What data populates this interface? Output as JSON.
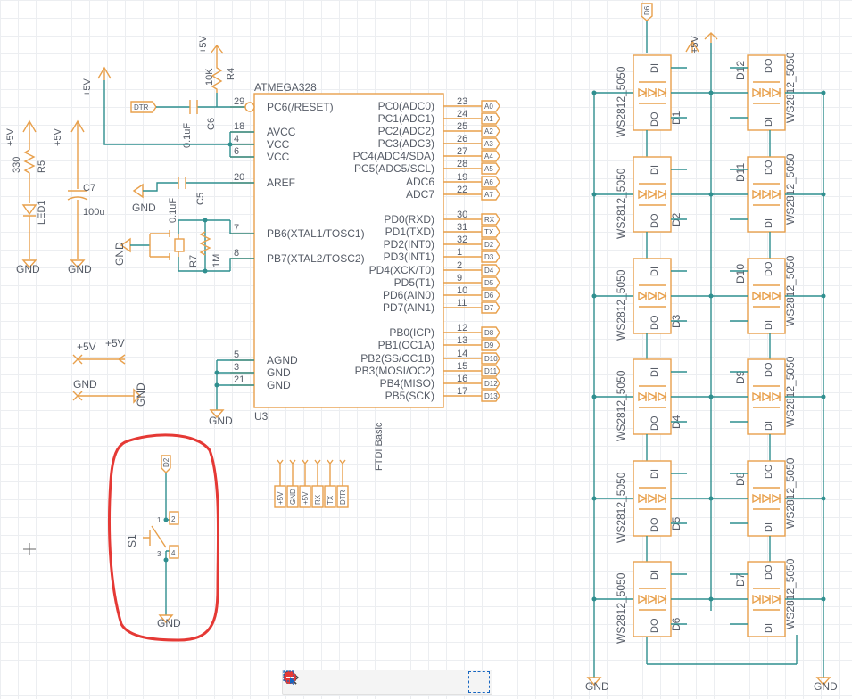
{
  "labels": {
    "ic_name": "ATMEGA328",
    "ic_ref": "U3",
    "ftdi": "FTDI Basic",
    "r4": "R4",
    "r4v": "10K",
    "r5": "R5",
    "r5v": "330",
    "r7": "R7",
    "r7v": "1M",
    "c5": "C5",
    "c5v": "0.1uF",
    "c6": "C6",
    "c6v": "0.1uF",
    "c7": "C7",
    "c7v": "100u",
    "led1": "LED1",
    "s1": "S1",
    "p5v": "+5V",
    "gnd": "GND",
    "dtr": "DTR",
    "d6": "D6",
    "d2": "D2",
    "ws": "WS2812_5050",
    "di": "DI",
    "do": "DO"
  },
  "left_pins": [
    {
      "num": "29",
      "name": "PC6(/RESET)"
    },
    {
      "num": "18",
      "name": "AVCC"
    },
    {
      "num": "4",
      "name": "VCC"
    },
    {
      "num": "6",
      "name": "VCC"
    },
    {
      "num": "20",
      "name": "AREF"
    },
    {
      "num": "7",
      "name": "PB6(XTAL1/TOSC1)"
    },
    {
      "num": "8",
      "name": "PB7(XTAL2/TOSC2)"
    },
    {
      "num": "5",
      "name": "AGND"
    },
    {
      "num": "3",
      "name": "GND"
    },
    {
      "num": "21",
      "name": "GND"
    }
  ],
  "right_pins": [
    {
      "num": "23",
      "name": "PC0(ADC0)",
      "net": "A0"
    },
    {
      "num": "24",
      "name": "PC1(ADC1)",
      "net": "A1"
    },
    {
      "num": "25",
      "name": "PC2(ADC2)",
      "net": "A2"
    },
    {
      "num": "26",
      "name": "PC3(ADC3)",
      "net": "A3"
    },
    {
      "num": "27",
      "name": "PC4(ADC4/SDA)",
      "net": "A4"
    },
    {
      "num": "28",
      "name": "PC5(ADC5/SCL)",
      "net": "A5"
    },
    {
      "num": "19",
      "name": "ADC6",
      "net": "A6"
    },
    {
      "num": "22",
      "name": "ADC7",
      "net": "A7"
    },
    {
      "num": "30",
      "name": "PD0(RXD)",
      "net": "RX"
    },
    {
      "num": "31",
      "name": "PD1(TXD)",
      "net": "TX"
    },
    {
      "num": "32",
      "name": "PD2(INT0)",
      "net": "D2"
    },
    {
      "num": "1",
      "name": "PD3(INT1)",
      "net": "D3"
    },
    {
      "num": "2",
      "name": "PD4(XCK/T0)",
      "net": "D4"
    },
    {
      "num": "9",
      "name": "PD5(T1)",
      "net": "D5"
    },
    {
      "num": "10",
      "name": "PD6(AIN0)",
      "net": "D6"
    },
    {
      "num": "11",
      "name": "PD7(AIN1)",
      "net": "D7"
    },
    {
      "num": "12",
      "name": "PB0(ICP)",
      "net": "D8"
    },
    {
      "num": "13",
      "name": "PB1(OC1A)",
      "net": "D9"
    },
    {
      "num": "14",
      "name": "PB2(SS/OC1B)",
      "net": "D10"
    },
    {
      "num": "15",
      "name": "PB3(MOSI/OC2)",
      "net": "D11"
    },
    {
      "num": "16",
      "name": "PB4(MISO)",
      "net": "D12"
    },
    {
      "num": "17",
      "name": "PB5(SCK)",
      "net": "D13"
    }
  ],
  "ftdi_pins": [
    "+5V",
    "GND",
    "+5V",
    "RX",
    "TX",
    "DTR"
  ],
  "leds_left": [
    "D1",
    "D2",
    "D3",
    "D4",
    "D5",
    "D6"
  ],
  "leds_right": [
    "D12",
    "D11",
    "D10",
    "D9",
    "D8",
    "D7"
  ],
  "switch_pins": [
    "1",
    "2",
    "3",
    "4"
  ],
  "toolbar": [
    "info-icon",
    "eye-icon",
    "zoom-in-icon",
    "zoom-out-icon",
    "zoom-fit-icon",
    "grid-icon",
    "crosshair-icon",
    "stop-icon",
    "select-icon"
  ],
  "colors": {
    "wire": "#2f8f8f",
    "part": "#e8a04c",
    "highlight": "#e53935",
    "select": "#1565c0"
  }
}
